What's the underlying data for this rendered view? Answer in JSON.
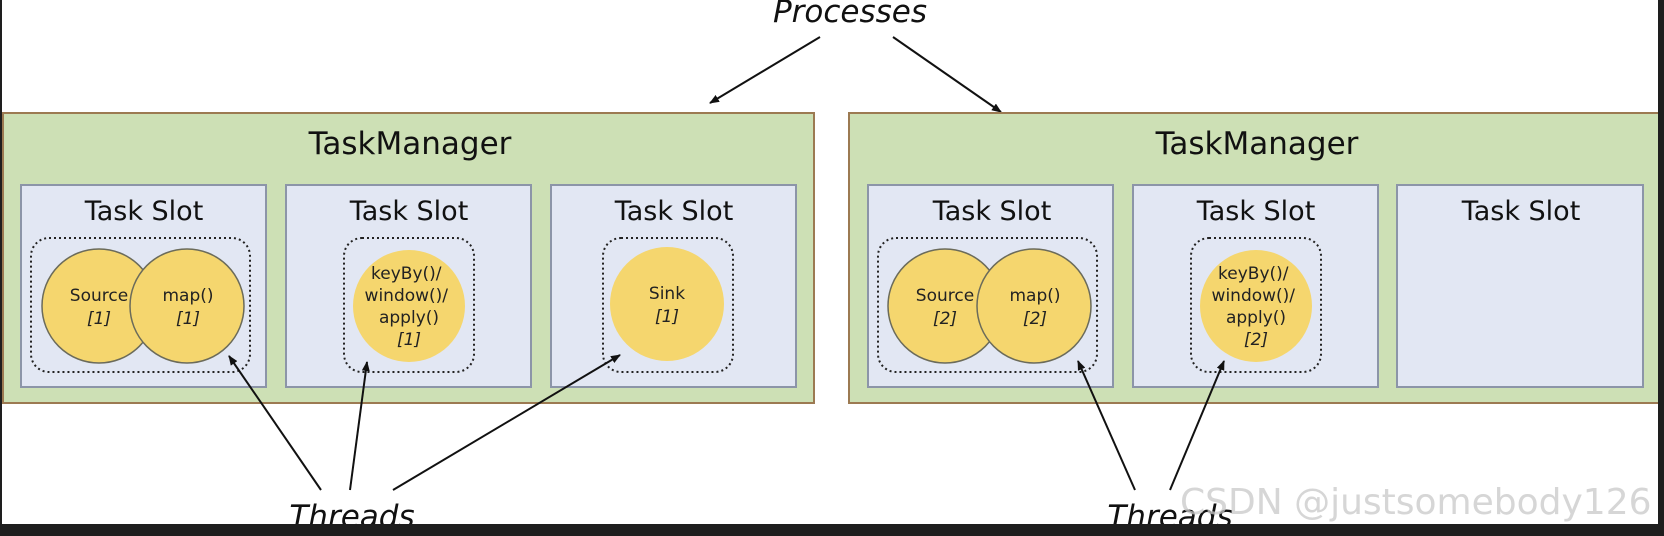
{
  "labels": {
    "processes": "Processes",
    "threads": [
      "Threads",
      "Threads"
    ]
  },
  "task_managers": [
    {
      "title": "TaskManager",
      "slots": [
        {
          "title": "Task Slot",
          "operators": [
            {
              "name": "Source",
              "index": "[1]"
            },
            {
              "name": "map()",
              "index": "[1]"
            }
          ]
        },
        {
          "title": "Task Slot",
          "operators": [
            {
              "name": "keyBy()/ window()/ apply()",
              "index": "[1]"
            }
          ]
        },
        {
          "title": "Task Slot",
          "operators": [
            {
              "name": "Sink",
              "index": "[1]"
            }
          ]
        }
      ]
    },
    {
      "title": "TaskManager",
      "slots": [
        {
          "title": "Task Slot",
          "operators": [
            {
              "name": "Source",
              "index": "[2]"
            },
            {
              "name": "map()",
              "index": "[2]"
            }
          ]
        },
        {
          "title": "Task Slot",
          "operators": [
            {
              "name": "keyBy()/ window()/ apply()",
              "index": "[2]"
            }
          ]
        },
        {
          "title": "Task Slot",
          "operators": []
        }
      ]
    }
  ],
  "watermark": "CSDN @justsomebody126",
  "colors": {
    "task_manager_fill": "#cde0b5",
    "task_manager_border": "#9c7a52",
    "slot_fill": "#e2e7f3",
    "slot_border": "#8c95a8",
    "operator_fill": "#f5d66e",
    "operator_border": "#6b6b5a"
  }
}
